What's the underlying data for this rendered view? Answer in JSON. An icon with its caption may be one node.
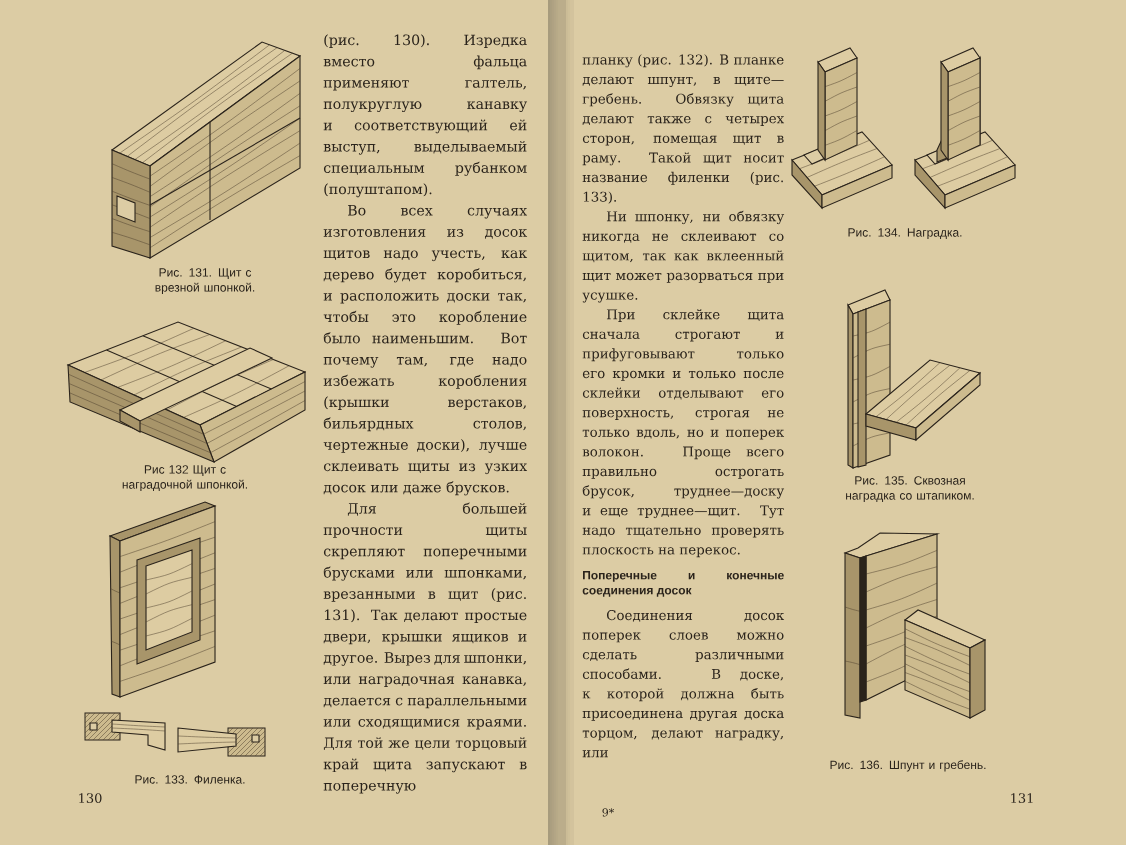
{
  "diagram": {
    "labels": [
      "Рис. 131. Щит с врезной шпонкой.",
      "Рис 132 Щит с наградочной шпонкой.",
      "Рис. 133. Филенка.",
      "130",
      "(рис. 130). Изредка вместо фальца применяют галтель, полукруглую канавку и соответствующий ей выступ, выделываемый специальным рубанком (полуштапом).",
      "Во всех случаях изготовления из досок щитов надо учесть, как дерево будет коробиться, и расположить доски так, чтобы это коробление было наименьшим. Вот почему там, где надо избежать коробления (крышки верстаков, бильярдных столов, чертежные доски), лучше склеивать щиты из узких досок или даже брусков.",
      "Для большей прочности щиты скрепляют поперечными брусками или шпонками, врезанными в щит (рис. 131). Так делают простые двери, крышки ящиков и другое. Вырез для шпонки, или наградочная канавка, делается с параллельными или сходящимися краями. Для той же цели торцовый край щита запускают в поперечную",
      "планку (рис. 132). В планке делают шпунт, в щите—гребень. Обвязку щита делают также с четырех сторон, помещая щит в раму. Такой щит носит название филенки (рис. 133).",
      "Ни шпонку, ни обвязку никогда не склеивают со щитом, так как вклеенный щит может разорваться при усушке.",
      "При склейке щита сначала строгают и прифуговывают только его кромки и только после склейки отделывают его поверхность, строгая не только вдоль, но и поперек волокон. Проще всего правильно острогать брусок, труднее—доску и еще труднее—щит. Тут надо тщательно проверять плоскость на перекос.",
      "Поперечные и конечные соединения досок",
      "Соединения досок поперек слоев можно сделать различными способами. В доске, к которой должна быть присоединена другая доска торцом, делают наградку, или",
      "9*",
      "Рис. 134. Наградка.",
      "Рис. 135. Сквозная наградка со штапиком.",
      "Рис. 136. Шпунт и гребень.",
      "131"
    ]
  }
}
